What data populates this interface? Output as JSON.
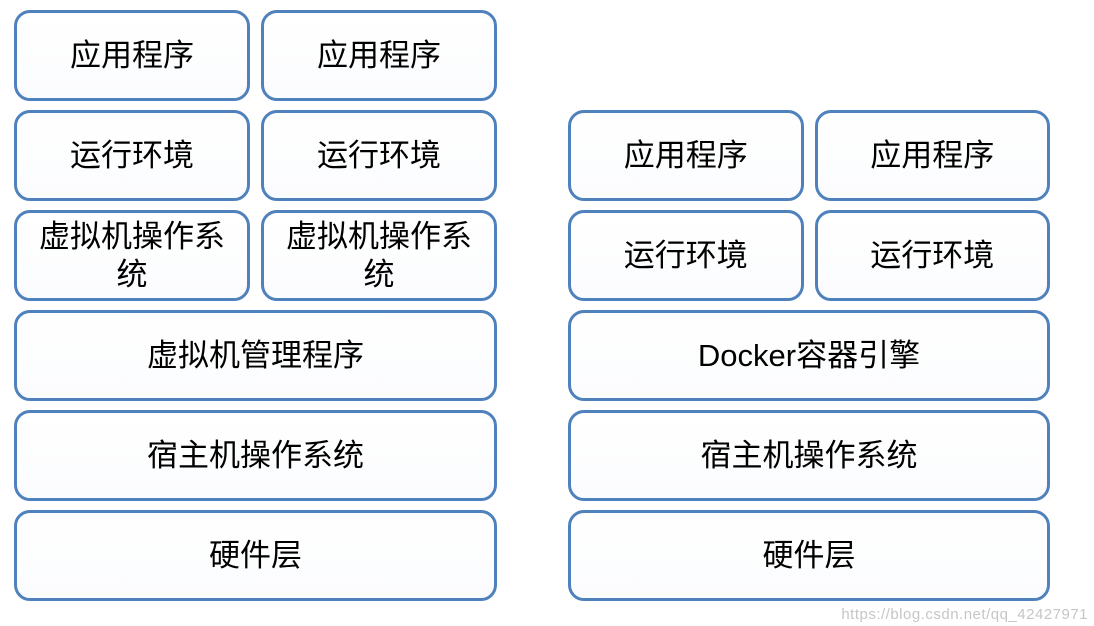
{
  "colors": {
    "box_border": "#4F81BD",
    "box_fill": "#FFFFFF",
    "text": "#000000",
    "watermark": "#C6C6C6",
    "background": "#FFFFFF"
  },
  "vm_stack": {
    "description": "virtual-machine-architecture",
    "rows": [
      {
        "type": "pair",
        "cells": [
          "应用程序",
          "应用程序"
        ]
      },
      {
        "type": "pair",
        "cells": [
          "运行环境",
          "运行环境"
        ]
      },
      {
        "type": "pair",
        "cells": [
          "虚拟机操作系\n统",
          "虚拟机操作系\n统"
        ]
      },
      {
        "type": "full",
        "label": "虚拟机管理程序"
      },
      {
        "type": "full",
        "label": "宿主机操作系统"
      },
      {
        "type": "full",
        "label": "硬件层"
      }
    ]
  },
  "docker_stack": {
    "description": "docker-container-architecture",
    "rows": [
      {
        "type": "pair",
        "cells": [
          "应用程序",
          "应用程序"
        ]
      },
      {
        "type": "pair",
        "cells": [
          "运行环境",
          "运行环境"
        ]
      },
      {
        "type": "full",
        "label": "Docker容器引擎"
      },
      {
        "type": "full",
        "label": "宿主机操作系统"
      },
      {
        "type": "full",
        "label": "硬件层"
      }
    ]
  },
  "watermark": {
    "text": "https://blog.csdn.net/qq_42427971"
  }
}
